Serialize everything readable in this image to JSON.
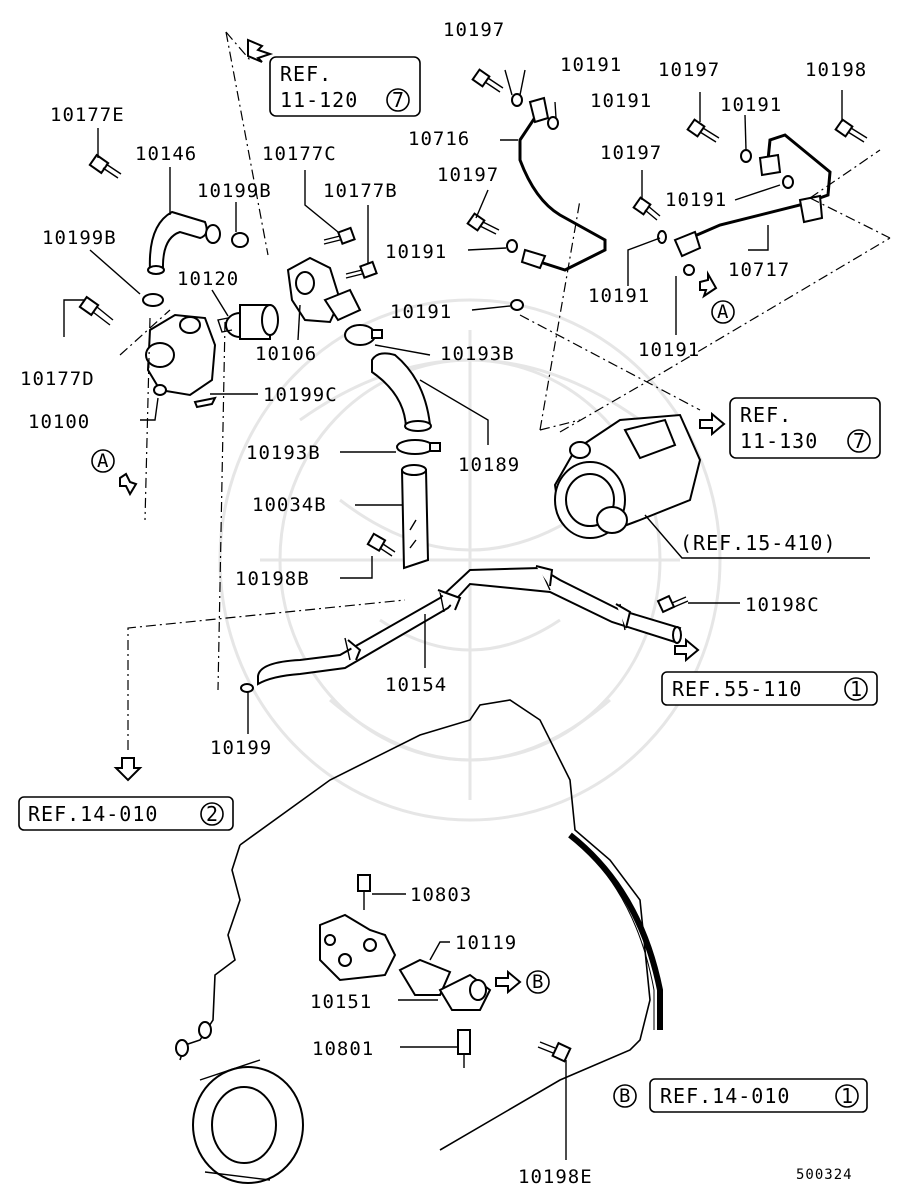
{
  "figure_code": "500324",
  "markers": {
    "a": "A",
    "b": "B"
  },
  "labels": {
    "p10177E": "10177E",
    "p10146": "10146",
    "p10177C": "10177C",
    "p10199B_a": "10199B",
    "p10177B": "10177B",
    "p10199B_b": "10199B",
    "p10120": "10120",
    "p10106": "10106",
    "p10193B_a": "10193B",
    "p10177D": "10177D",
    "p10199C": "10199C",
    "p10100": "10100",
    "p10189": "10189",
    "p10193B_b": "10193B",
    "p10034B": "10034B",
    "p10198B": "10198B",
    "p10154": "10154",
    "p10199": "10199",
    "p10197_a": "10197",
    "p10191_a": "10191",
    "p10191_b": "10191",
    "p10716": "10716",
    "p10197_b": "10197",
    "p10191_c": "10191",
    "p10191_d": "10191",
    "p10197_c": "10197",
    "p10191_e": "10191",
    "p10198": "10198",
    "p10197_d": "10197",
    "p10191_f": "10191",
    "p10717": "10717",
    "p10191_g": "10191",
    "p10191_h": "10191",
    "p10198C": "10198C",
    "p10803": "10803",
    "p10119": "10119",
    "p10151": "10151",
    "p10801": "10801",
    "p10198E": "10198E"
  },
  "refs": {
    "r11_120_line1": "REF.",
    "r11_120_line2": "11-120",
    "r11_120_num": "7",
    "r11_130_line1": "REF.",
    "r11_130_line2": "11-130",
    "r11_130_num": "7",
    "r15_410": "(REF.15-410)",
    "r55_110": "REF.55-110",
    "r55_110_num": "1",
    "r14_010_2": "REF.14-010",
    "r14_010_2_num": "2",
    "r14_010_1": "REF.14-010",
    "r14_010_1_num": "1"
  }
}
